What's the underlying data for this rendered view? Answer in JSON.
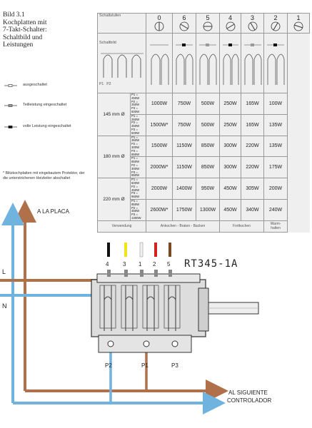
{
  "caption": {
    "line1": "Bild 3.1",
    "line2": "Kochplatten mit",
    "line3": "7-Takt-Schalter:",
    "line4": "Schaltbild und",
    "line5": "Leistungen"
  },
  "legend": [
    {
      "icon": "off-symbol-icon",
      "text": "ausgeschaltet"
    },
    {
      "icon": "partial-on-symbol-icon",
      "text": "Teilleistung eingeschaltet"
    },
    {
      "icon": "full-on-symbol-icon",
      "text": "volle Leistung eingeschaltet"
    }
  ],
  "footnote": "* Blitzkochplatten mit eingebautem Protektor, der die unterstrichenen Heizleiter abschaltet",
  "table": {
    "schaltstufen_label": "Schaltstufen",
    "schaltbild_label": "Schaltbild",
    "stages": [
      "0",
      "6",
      "5",
      "4",
      "3",
      "2",
      "1"
    ],
    "pins": [
      "P1",
      "P2"
    ],
    "rows": [
      {
        "size": "145 mm Ø",
        "p": [
          "P1 = 250W",
          "P2 = 250W",
          "P3 = 500W"
        ],
        "vals": [
          "1000W",
          "750W",
          "500W",
          "250W",
          "165W",
          "100W"
        ]
      },
      {
        "size": "",
        "p": [
          "P1 = 250W",
          "P2 = 250W",
          "P3 = 500W"
        ],
        "vals": [
          "1500W*",
          "750W",
          "500W",
          "250W",
          "165W",
          "135W"
        ]
      },
      {
        "size": "180 mm Ø",
        "p": [
          "P1 = 350W",
          "P2 = 300W",
          "P3 = 850W"
        ],
        "vals": [
          "1500W",
          "1150W",
          "850W",
          "300W",
          "220W",
          "135W"
        ]
      },
      {
        "size": "",
        "p": [
          "P1 = 850W",
          "P2 = 300W",
          "P3 = 850W"
        ],
        "vals": [
          "2000W*",
          "1150W",
          "850W",
          "300W",
          "220W",
          "175W"
        ]
      },
      {
        "size": "220 mm Ø",
        "p": [
          "P1 = 600W",
          "P2 = 450W",
          "P3 = 950W"
        ],
        "vals": [
          "2000W",
          "1400W",
          "950W",
          "450W",
          "305W",
          "200W"
        ]
      },
      {
        "size": "",
        "p": [
          "P1 = 850W",
          "P2 = 450W",
          "P3 = 1300W"
        ],
        "vals": [
          "2600W*",
          "1750W",
          "1300W",
          "450W",
          "340W",
          "240W"
        ]
      }
    ],
    "footer": [
      "Verwendung",
      "Ankochen - Braten - Backen",
      "Fortkochen",
      "Warm-",
      "halten"
    ]
  },
  "diagram": {
    "top_label": "A LA PLACA",
    "l_label": "L",
    "n_label": "N",
    "model": "RT345-1A",
    "terminal_numbers": [
      "4",
      "3",
      "1",
      "2",
      "5"
    ],
    "wire_colors": [
      "#111111",
      "#f4e21a",
      "#f0f0f0",
      "#d1231e",
      "#7a4a22"
    ],
    "pins": [
      "P2",
      "P1",
      "P3"
    ],
    "bottom_label_line1": "AL SIGUIENTE",
    "bottom_label_line2": "CONTROLADOR",
    "colors": {
      "brown": "#b0714a",
      "blue": "#6fb3de"
    }
  }
}
